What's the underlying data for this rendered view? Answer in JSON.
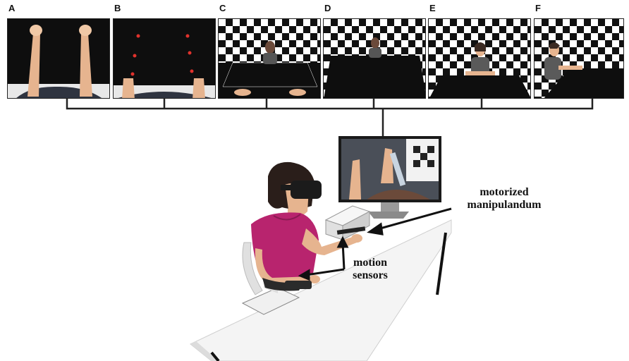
{
  "panels": [
    {
      "label": "A",
      "view": "first-person arms, dark room"
    },
    {
      "label": "B",
      "view": "red target dots, dark room"
    },
    {
      "label": "C",
      "view": "checkered room first-person with avatar"
    },
    {
      "label": "D",
      "view": "checkered room first-person"
    },
    {
      "label": "E",
      "view": "checkered room frontal avatar"
    },
    {
      "label": "F",
      "view": "checkered room side avatar"
    }
  ],
  "annotations": {
    "manipulandum": "motorized manipulandum",
    "sensors": "motion sensors"
  },
  "colors": {
    "shirt": "#b8246e",
    "skin": "#e6b48f",
    "target_dot": "#e0322c",
    "screen": "#3a3a3a"
  }
}
